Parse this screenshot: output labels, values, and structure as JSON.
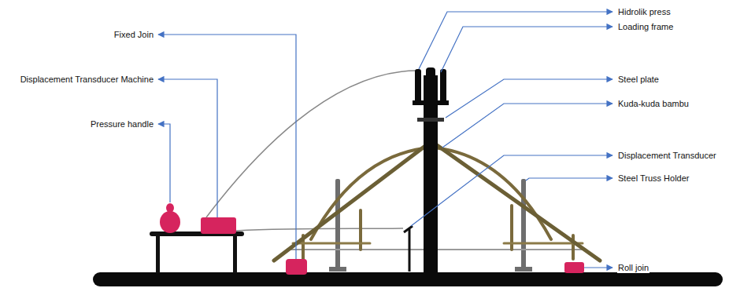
{
  "diagram": {
    "labels": [
      "Fixed Join",
      "Displacement Transducer Machine",
      "Pressure handle",
      "Hidrolik press",
      "Loading frame",
      "Steel plate",
      "Kuda-kuda bambu",
      "Displacement Transducer",
      "Steel Truss Holder",
      "Roll join"
    ]
  }
}
